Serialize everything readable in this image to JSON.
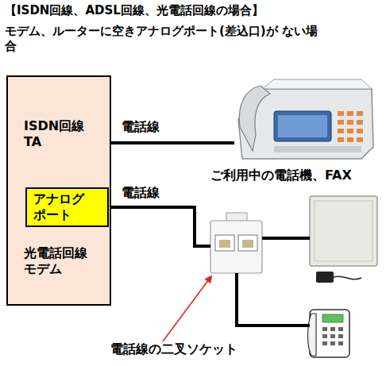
{
  "diagram": {
    "title": "【ISDN回線、ADSL回線、光電話回線の場合】",
    "nodes": [
      {
        "text": [
          "ISDN回線 TA",
          "光電話回線 モデム"
        ]
      },
      {
        "text": [
          "アナログ ポート"
        ],
        "in": 0
      },
      {
        "text": [
          "ご利用中の電話機、FAX"
        ]
      },
      {
        "text": [
          "電話線の二叉ソケット"
        ]
      }
    ],
    "edges": [
      {
        "from": 0,
        "to": 2,
        "label": "電話線",
        "arrow": "none"
      },
      {
        "from": 1,
        "to": 3,
        "label": "電話線",
        "arrow": "none"
      }
    ],
    "labels": [
      "モデム、ルーターに空きアナログポート(差込口)が ない場合"
    ]
  }
}
